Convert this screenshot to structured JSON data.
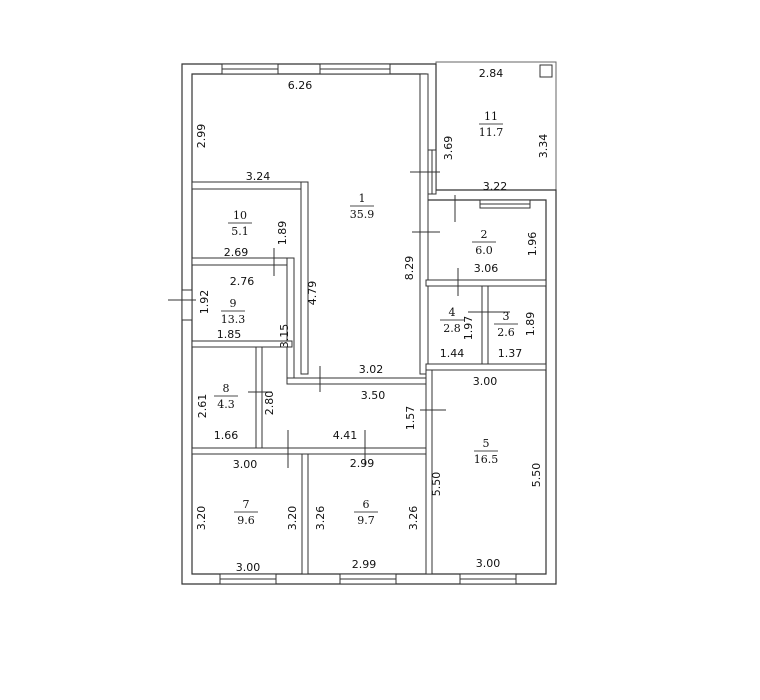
{
  "rooms": [
    {
      "id": "r1",
      "number": "1",
      "area": "35.9"
    },
    {
      "id": "r2",
      "number": "2",
      "area": "6.0"
    },
    {
      "id": "r3",
      "number": "3",
      "area": "2.6"
    },
    {
      "id": "r4",
      "number": "4",
      "area": "2.8"
    },
    {
      "id": "r5",
      "number": "5",
      "area": "16.5"
    },
    {
      "id": "r6",
      "number": "6",
      "area": "9.7"
    },
    {
      "id": "r7",
      "number": "7",
      "area": "9.6"
    },
    {
      "id": "r8",
      "number": "8",
      "area": "4.3"
    },
    {
      "id": "r9",
      "number": "9",
      "area": "13.3"
    },
    {
      "id": "r10",
      "number": "10",
      "area": "5.1"
    },
    {
      "id": "r11",
      "number": "11",
      "area": "11.7"
    }
  ],
  "dimensions": [
    "6.26",
    "2.84",
    "3.69",
    "3.34",
    "2.99",
    "3.24",
    "8.29",
    "3.22",
    "1.96",
    "1.89",
    "2.69",
    "3.06",
    "2.76",
    "4.79",
    "1.92",
    "1.97",
    "1.89",
    "3.15",
    "1.85",
    "1.44",
    "1.37",
    "3.02",
    "3.00",
    "2.61",
    "2.80",
    "3.50",
    "1.57",
    "1.66",
    "4.41",
    "3.00",
    "2.99",
    "5.50",
    "5.50",
    "3.20",
    "3.20",
    "3.26",
    "3.26",
    "3.00",
    "2.99",
    "3.00"
  ]
}
